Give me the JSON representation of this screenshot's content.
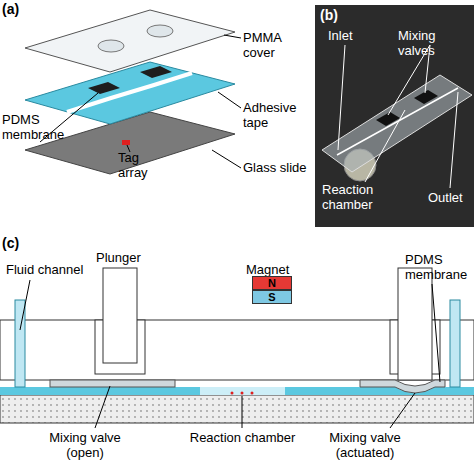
{
  "diagram": {
    "nodes": [
      {
        "text": [
          "N"
        ]
      },
      {
        "text": [
          "S"
        ]
      }
    ],
    "labels": [
      "(a)",
      "PMMA cover",
      "Adhesive tape",
      "PDMS membrane",
      "Tag array",
      "Glass slide",
      "(b)",
      "Inlet",
      "Mixing valves",
      "Reaction chamber",
      "Outlet",
      "(c)",
      "Fluid channel",
      "Plunger",
      "Magnet",
      "PDMS membrane",
      "Mixing valve (open)",
      "Reaction chamber",
      "Mixing valve (actuated)"
    ]
  }
}
